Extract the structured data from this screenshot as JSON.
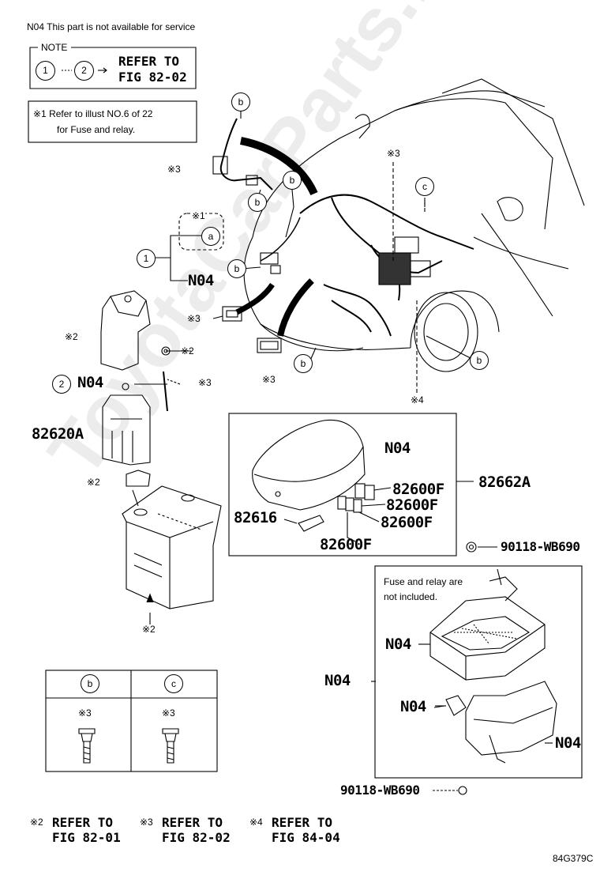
{
  "header_note": "N04 This part is not available for service",
  "note_box": {
    "title": "NOTE",
    "from": "1",
    "to": "2",
    "refer_line1": "REFER TO",
    "refer_line2": "FIG 82-02"
  },
  "note2_box": {
    "line1": "※1 Refer to illust NO.6 of 22",
    "line2": "for Fuse and relay."
  },
  "callouts": {
    "b": "b",
    "c": "c",
    "a": "a",
    "one": "1",
    "two": "2",
    "s1": "※1",
    "s2": "※2",
    "s3": "※3",
    "s4": "※4"
  },
  "parts": {
    "n04": "N04",
    "p82620A": "82620A",
    "p82662A": "82662A",
    "p82600F": "82600F",
    "p82616": "82616",
    "p90118": "90118-WB690"
  },
  "fuse_note": {
    "line1": "Fuse and relay are",
    "line2": "not included."
  },
  "bolt_table": {
    "col1": "b",
    "col2": "c",
    "mark": "※3"
  },
  "footer_refs": [
    {
      "mark": "※2",
      "line1": "REFER TO",
      "line2": "FIG 82-01"
    },
    {
      "mark": "※3",
      "line1": "REFER TO",
      "line2": "FIG 82-02"
    },
    {
      "mark": "※4",
      "line1": "REFER TO",
      "line2": "FIG 84-04"
    }
  ],
  "diagram_code": "84G379C",
  "watermark": "ToyotaCarParts.ru"
}
